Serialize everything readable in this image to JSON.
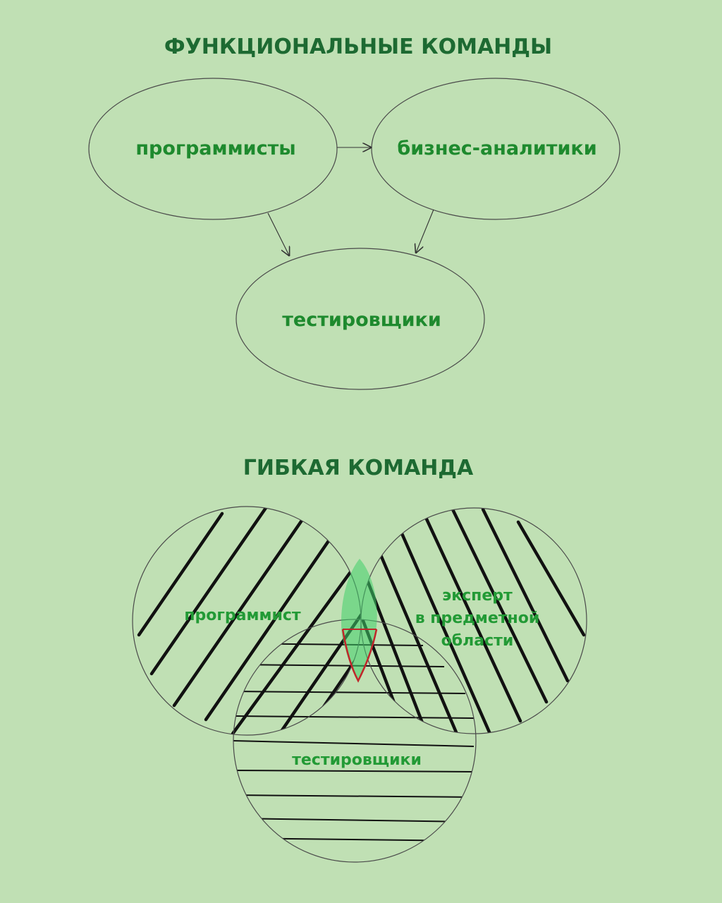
{
  "functional": {
    "title": "ФУНКЦИОНАЛЬНЫЕ КОМАНДЫ",
    "nodes": [
      "программисты",
      "бизнес-аналитики",
      "тестировщики"
    ]
  },
  "agile": {
    "title": "ГИБКАЯ КОМАНДА",
    "circles": {
      "programmer": "программист",
      "expert_line1": "эксперт",
      "expert_line2": "в предметной",
      "expert_line3": "области",
      "testers": "тестировщики"
    }
  },
  "colors": {
    "background": "#c0e0b4",
    "title": "#1d6a32",
    "label": "#1e8a2e",
    "center_fill": "#3fcf6a",
    "center_outline": "#c0262a"
  }
}
